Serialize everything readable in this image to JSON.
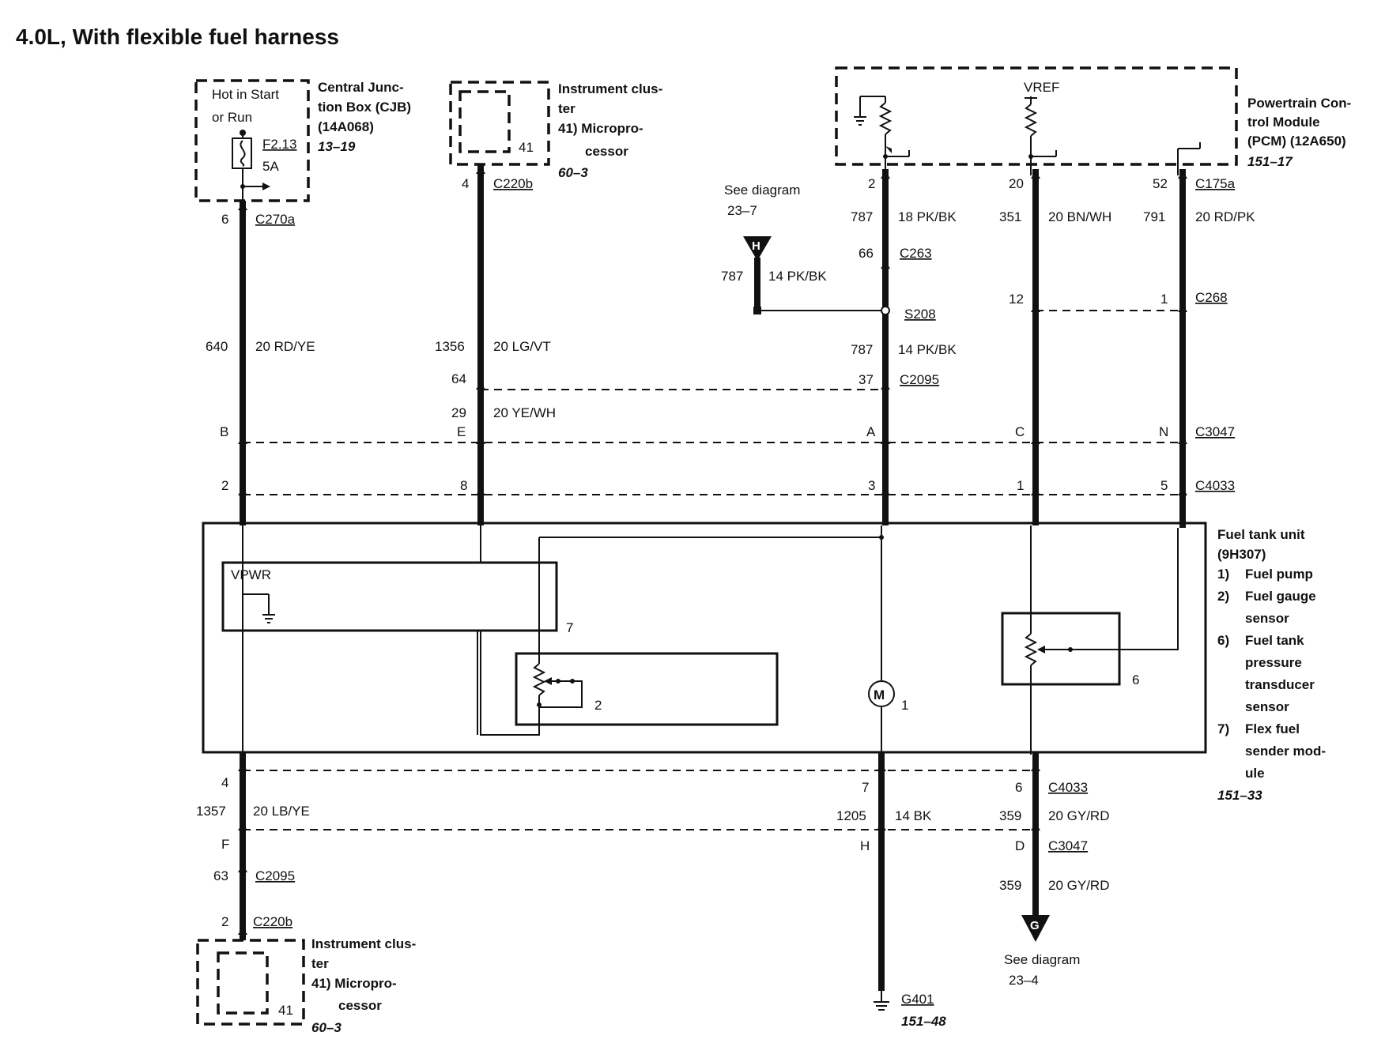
{
  "title": "4.0L, With flexible fuel harness",
  "cjb": {
    "inside_line1": "Hot in Start",
    "inside_line2": "or Run",
    "fuse": "F2.13",
    "fuse_rating": "5A",
    "name_lines": [
      "Central Junc-",
      "tion Box (CJB)",
      "(14A068)"
    ],
    "ref": "13–19"
  },
  "ic_top": {
    "pin": "41",
    "name_lines": [
      "Instrument clus-",
      "ter",
      "41)  Micropro-",
      "cessor"
    ],
    "ref": "60–3"
  },
  "ic_bottom": {
    "pin": "41",
    "name_lines": [
      "Instrument clus-",
      "ter",
      "41)  Micropro-",
      "cessor"
    ],
    "ref": "60–3"
  },
  "pcm": {
    "vref": "VREF",
    "name_lines": [
      "Powertrain Con-",
      "trol Module",
      "(PCM) (12A650)"
    ],
    "ref": "151–17"
  },
  "see_top": {
    "line1": "See diagram",
    "line2": "23–7",
    "letter": "H"
  },
  "see_bottom": {
    "line1": "See diagram",
    "line2": "23–4",
    "letter": "G"
  },
  "fuel_tank": {
    "name_lines": [
      "Fuel tank unit",
      "(9H307)"
    ],
    "items": [
      {
        "num": "1)",
        "lines": [
          "Fuel pump"
        ]
      },
      {
        "num": "2)",
        "lines": [
          "Fuel gauge",
          "sensor"
        ]
      },
      {
        "num": "6)",
        "lines": [
          "Fuel tank",
          "pressure",
          "transducer",
          "sensor"
        ]
      },
      {
        "num": "7)",
        "lines": [
          "Flex fuel",
          "sender mod-",
          "ule"
        ]
      }
    ],
    "ref": "151–33",
    "vpwr": "VPWR",
    "motor": "M",
    "comp1": "1",
    "comp2": "2",
    "comp6": "6",
    "comp7": "7"
  },
  "wire1": {
    "pin_top": "6",
    "conn_top": "C270a",
    "circuit": "640",
    "color": "20 RD/YE",
    "c3047_pin": "B",
    "c4033_pin": "2"
  },
  "wire2": {
    "pin_top": "4",
    "conn_top": "C220b",
    "circuit": "1356",
    "color": "20 LG/VT",
    "c2095_pin": "64",
    "circuit2": "29",
    "color2": "20 YE/WH",
    "c3047_pin": "E",
    "c4033_pin": "8"
  },
  "wire3": {
    "pin_top": "2",
    "circuit": "787",
    "color": "18 PK/BK",
    "c263_pin": "66",
    "c263": "C263",
    "splice": "S208",
    "h_circuit": "787",
    "h_color": "14 PK/BK",
    "circuit2": "787",
    "color2": "14 PK/BK",
    "c2095_pin": "37",
    "c2095": "C2095",
    "c3047_pin": "A",
    "c4033_pin": "3"
  },
  "wire4": {
    "pin_top": "20",
    "circuit": "351",
    "color": "20 BN/WH",
    "c268_pin": "12",
    "c3047_pin": "C",
    "c4033_pin": "1"
  },
  "wire5": {
    "pin_top": "52",
    "conn_top": "C175a",
    "circuit": "791",
    "color": "20 RD/PK",
    "c268_pin": "1",
    "c268": "C268",
    "c3047_pin": "N",
    "c3047": "C3047",
    "c4033_pin": "5",
    "c4033": "C4033"
  },
  "bottom_left": {
    "c4033_pin": "4",
    "circuit": "1357",
    "color": "20 LB/YE",
    "c3047_pin": "F",
    "c2095_pin": "63",
    "c2095": "C2095",
    "c220b_pin": "2",
    "c220b": "C220b"
  },
  "bottom_mid": {
    "c4033_pin": "7",
    "circuit": "1205",
    "color": "14 BK",
    "c3047_pin": "H",
    "ground": "G401",
    "ground_ref": "151–48"
  },
  "bottom_right": {
    "c4033_pin": "6",
    "c4033": "C4033",
    "circuit": "359",
    "color": "20 GY/RD",
    "c3047_pin": "D",
    "c3047": "C3047",
    "circuit2": "359",
    "color2": "20 GY/RD"
  }
}
